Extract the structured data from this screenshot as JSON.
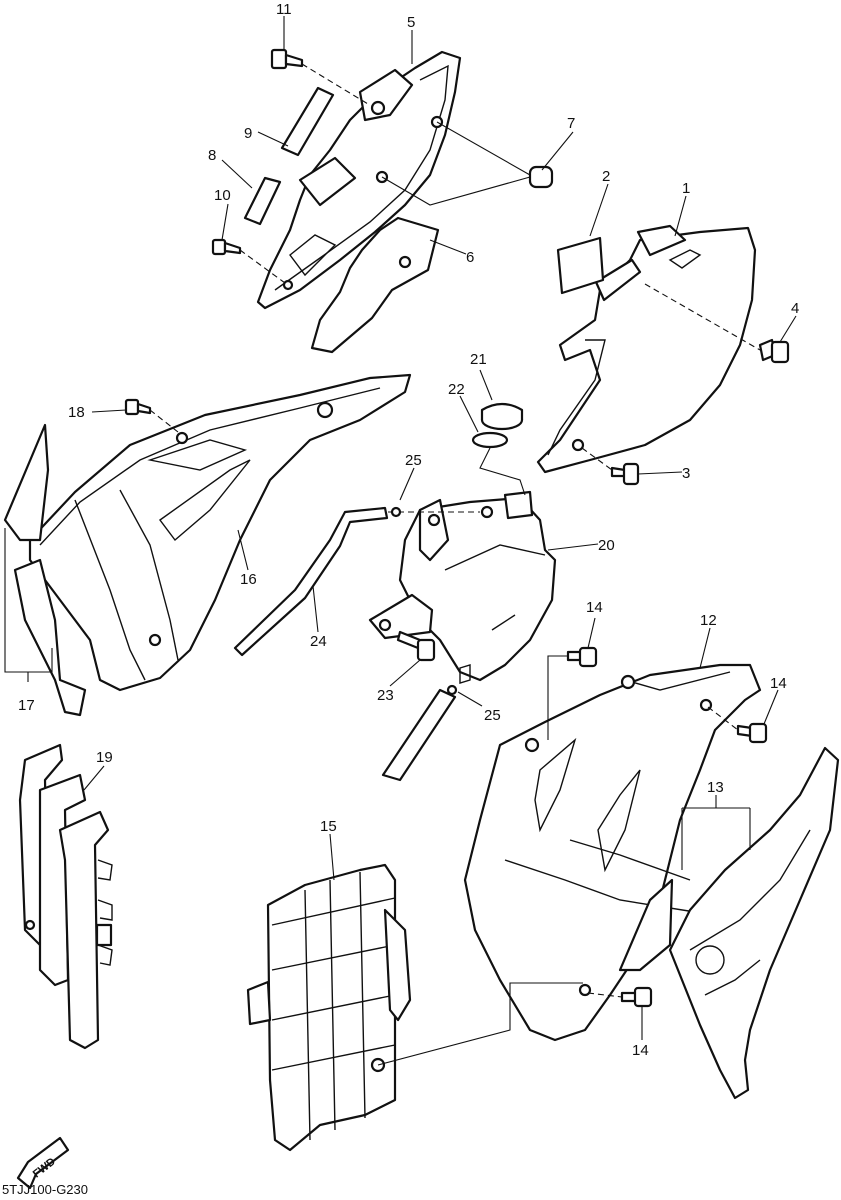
{
  "diagram": {
    "drawing_code": "5TJJ100-G230",
    "direction_badge": "FWD",
    "callouts": [
      {
        "id": "1",
        "label": "1"
      },
      {
        "id": "2",
        "label": "2"
      },
      {
        "id": "3",
        "label": "3"
      },
      {
        "id": "4",
        "label": "4"
      },
      {
        "id": "5",
        "label": "5"
      },
      {
        "id": "6",
        "label": "6"
      },
      {
        "id": "7",
        "label": "7"
      },
      {
        "id": "8",
        "label": "8"
      },
      {
        "id": "9",
        "label": "9"
      },
      {
        "id": "10",
        "label": "10"
      },
      {
        "id": "11",
        "label": "11"
      },
      {
        "id": "12",
        "label": "12"
      },
      {
        "id": "13",
        "label": "13"
      },
      {
        "id": "14a",
        "label": "14"
      },
      {
        "id": "14b",
        "label": "14"
      },
      {
        "id": "14c",
        "label": "14"
      },
      {
        "id": "15",
        "label": "15"
      },
      {
        "id": "16",
        "label": "16"
      },
      {
        "id": "17",
        "label": "17"
      },
      {
        "id": "18",
        "label": "18"
      },
      {
        "id": "19",
        "label": "19"
      },
      {
        "id": "20",
        "label": "20"
      },
      {
        "id": "21",
        "label": "21"
      },
      {
        "id": "22",
        "label": "22"
      },
      {
        "id": "23",
        "label": "23"
      },
      {
        "id": "24",
        "label": "24"
      },
      {
        "id": "25a",
        "label": "25"
      },
      {
        "id": "25b",
        "label": "25"
      }
    ]
  }
}
